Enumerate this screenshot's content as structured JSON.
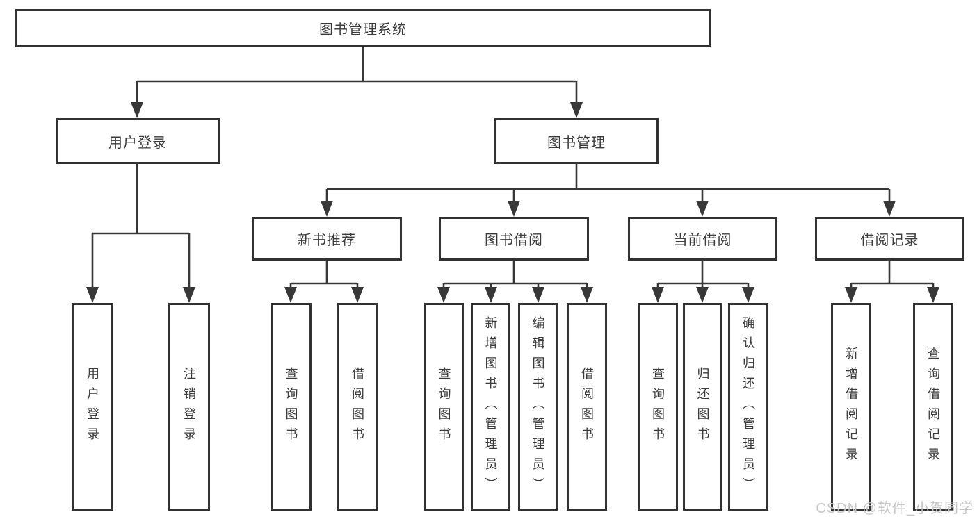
{
  "root": {
    "label": "图书管理系统"
  },
  "branches": {
    "user_login": {
      "label": "用户登录",
      "children": [
        {
          "label": "用户登录"
        },
        {
          "label": "注销登录"
        }
      ]
    },
    "book_management": {
      "label": "图书管理",
      "sections": [
        {
          "label": "新书推荐",
          "children": [
            {
              "label": "查询图书"
            },
            {
              "label": "借阅图书"
            }
          ]
        },
        {
          "label": "图书借阅",
          "children": [
            {
              "label": "查询图书"
            },
            {
              "label": "新增图书（管理员）"
            },
            {
              "label": "编辑图书（管理员）"
            },
            {
              "label": "借阅图书"
            }
          ]
        },
        {
          "label": "当前借阅",
          "children": [
            {
              "label": "查询图书"
            },
            {
              "label": "归还图书"
            },
            {
              "label": "确认归还（管理员）"
            }
          ]
        },
        {
          "label": "借阅记录",
          "children": [
            {
              "label": "新增借阅记录"
            },
            {
              "label": "查询借阅记录"
            }
          ]
        }
      ]
    }
  },
  "watermark": {
    "text": "CSDN @软件_小贺同学"
  },
  "colors": {
    "line": "#383838",
    "box_border": "#323232",
    "text": "#3b3b3b",
    "background": "#ffffff",
    "watermark": "#c4c4c4"
  }
}
